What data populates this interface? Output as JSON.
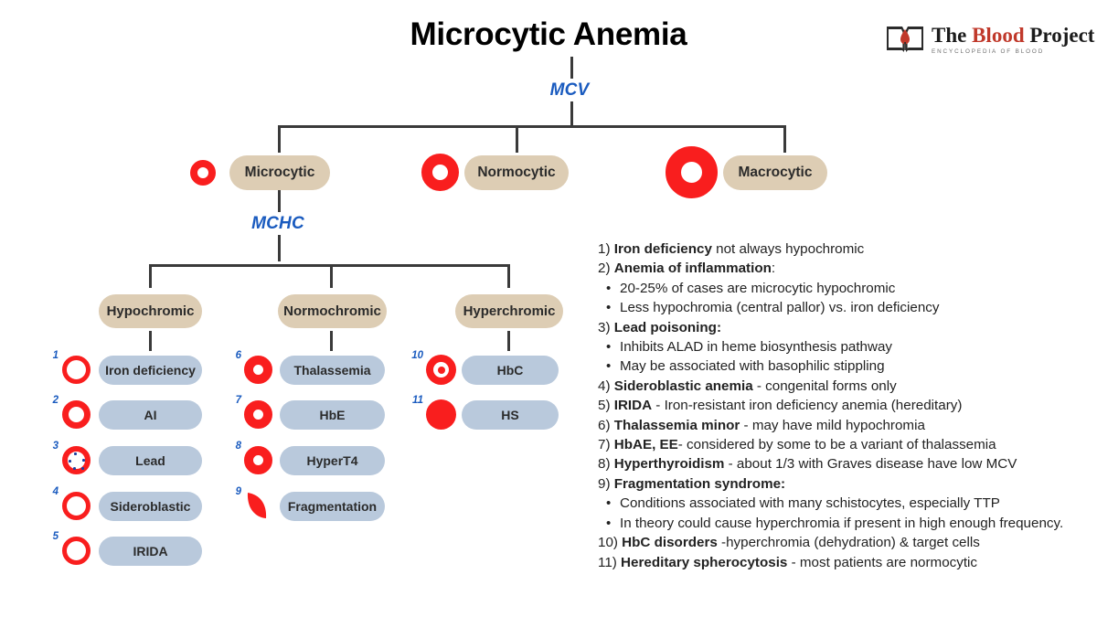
{
  "page_title": "Microcytic Anemia",
  "logo": {
    "icon": "open-book-with-blood-drop",
    "main_the": "The ",
    "main_blood": "Blood",
    "main_project": " Project",
    "subtitle": "ENCYCLOPEDIA OF BLOOD"
  },
  "colors": {
    "rbc_red": "#f91e1e",
    "tan_node": "#ddcdb4",
    "leaf_blue": "#b9c9dc",
    "accent_blue": "#1a5bbf",
    "connector": "#3a3a3a",
    "stipple_blue": "#1b3fa0"
  },
  "tree": {
    "level1_label": "MCV",
    "level1_nodes": [
      {
        "label": "Microcytic",
        "icon": "rbc-small-ring"
      },
      {
        "label": "Normocytic",
        "icon": "rbc-medium-ring"
      },
      {
        "label": "Macrocytic",
        "icon": "rbc-large-ring"
      }
    ],
    "level2_label": "MCHC",
    "level2_nodes": [
      {
        "label": "Hypochromic"
      },
      {
        "label": "Normochromic"
      },
      {
        "label": "Hyperchromic"
      }
    ],
    "columns": [
      {
        "parent": "Hypochromic",
        "items": [
          {
            "number": "1",
            "label": "Iron deficiency",
            "icon": "rbc-thin-ring-pale"
          },
          {
            "number": "2",
            "label": "AI",
            "icon": "rbc-thick-ring"
          },
          {
            "number": "3",
            "label": "Lead",
            "icon": "rbc-ring-with-basophilic-stippling"
          },
          {
            "number": "4",
            "label": "Sideroblastic",
            "icon": "rbc-thin-ring-pale"
          },
          {
            "number": "5",
            "label": "IRIDA",
            "icon": "rbc-thin-ring-pale"
          }
        ]
      },
      {
        "parent": "Normochromic",
        "items": [
          {
            "number": "6",
            "label": "Thalassemia",
            "icon": "rbc-thick-ring-small-pallor"
          },
          {
            "number": "7",
            "label": "HbE",
            "icon": "rbc-thick-ring-small-pallor"
          },
          {
            "number": "8",
            "label": "HyperT4",
            "icon": "rbc-thick-ring-small-pallor"
          },
          {
            "number": "9",
            "label": "Fragmentation",
            "icon": "schistocyte-crescent"
          }
        ]
      },
      {
        "parent": "Hyperchromic",
        "items": [
          {
            "number": "10",
            "label": "HbC",
            "icon": "target-cell"
          },
          {
            "number": "11",
            "label": "HS",
            "icon": "spherocyte-solid"
          }
        ]
      }
    ]
  },
  "legend": [
    {
      "kind": "item",
      "num": "1)",
      "bold": "Iron deficiency",
      "rest": " not always hypochromic"
    },
    {
      "kind": "item",
      "num": "2)",
      "bold": "Anemia of inflammation",
      "rest": ":"
    },
    {
      "kind": "bullet",
      "text": "20-25% of cases are microcytic hypochromic"
    },
    {
      "kind": "bullet",
      "text": "Less hypochromia (central pallor) vs. iron deficiency"
    },
    {
      "kind": "item",
      "num": "3)",
      "bold": "Lead poisoning:",
      "rest": ""
    },
    {
      "kind": "bullet",
      "text": "Inhibits ALAD in heme biosynthesis pathway"
    },
    {
      "kind": "bullet",
      "text": "May be associated with basophilic stippling"
    },
    {
      "kind": "item",
      "num": "4)",
      "bold": "Sideroblastic anemia",
      "rest": " - congenital forms only"
    },
    {
      "kind": "item",
      "num": "5)",
      "bold": "IRIDA",
      "rest": " - Iron-resistant iron deficiency anemia (hereditary)"
    },
    {
      "kind": "item",
      "num": "6)",
      "bold": "Thalassemia minor",
      "rest": " - may have mild hypochromia"
    },
    {
      "kind": "item",
      "num": "7)",
      "bold": "HbAE, EE",
      "rest": "- considered by some to be a variant of thalassemia"
    },
    {
      "kind": "item",
      "num": "8)",
      "bold": "Hyperthyroidism",
      "rest": " - about 1/3 with Graves disease have low MCV"
    },
    {
      "kind": "item",
      "num": "9)",
      "bold": "Fragmentation syndrome:",
      "rest": ""
    },
    {
      "kind": "bullet",
      "text": "Conditions associated with many schistocytes, especially TTP"
    },
    {
      "kind": "bullet-wrap",
      "text": "In theory could cause hyperchromia if present in high enough frequency."
    },
    {
      "kind": "item",
      "num": "10)",
      "bold": "HbC disorders",
      "rest": " -hyperchromia (dehydration) & target cells"
    },
    {
      "kind": "item",
      "num": "11)",
      "bold": "Hereditary spherocytosis",
      "rest": " - most patients are normocytic"
    }
  ]
}
